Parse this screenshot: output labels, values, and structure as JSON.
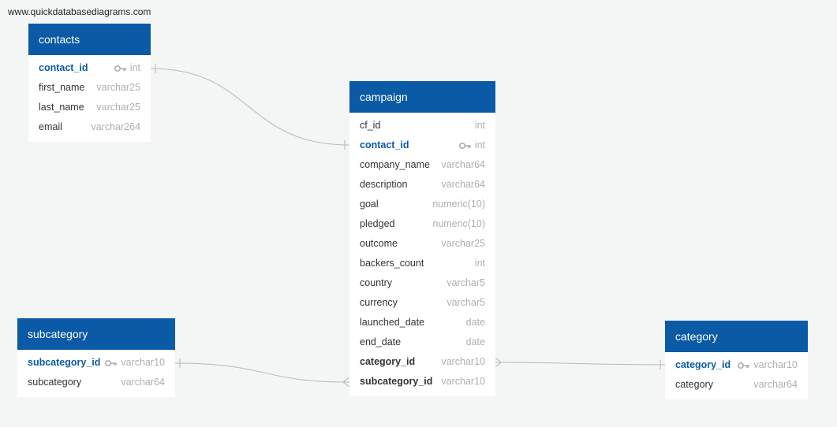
{
  "watermark": "www.quickdatabasediagrams.com",
  "tables": {
    "contacts": {
      "title": "contacts",
      "columns": [
        {
          "name": "contact_id",
          "type": "int",
          "pk": true
        },
        {
          "name": "first_name",
          "type": "varchar25"
        },
        {
          "name": "last_name",
          "type": "varchar25"
        },
        {
          "name": "email",
          "type": "varchar264"
        }
      ]
    },
    "campaign": {
      "title": "campaign",
      "columns": [
        {
          "name": "cf_id",
          "type": "int"
        },
        {
          "name": "contact_id",
          "type": "int",
          "pk": true
        },
        {
          "name": "company_name",
          "type": "varchar64"
        },
        {
          "name": "description",
          "type": "varchar64"
        },
        {
          "name": "goal",
          "type": "numeric(10)"
        },
        {
          "name": "pledged",
          "type": "numeric(10)"
        },
        {
          "name": "outcome",
          "type": "varchar25"
        },
        {
          "name": "backers_count",
          "type": "int"
        },
        {
          "name": "country",
          "type": "varchar5"
        },
        {
          "name": "currency",
          "type": "varchar5"
        },
        {
          "name": "launched_date",
          "type": "date"
        },
        {
          "name": "end_date",
          "type": "date"
        },
        {
          "name": "category_id",
          "type": "varchar10",
          "fk": true
        },
        {
          "name": "subcategory_id",
          "type": "varchar10",
          "fk": true
        }
      ]
    },
    "subcategory": {
      "title": "subcategory",
      "columns": [
        {
          "name": "subcategory_id",
          "type": "varchar10",
          "pk": true
        },
        {
          "name": "subcategory",
          "type": "varchar64"
        }
      ]
    },
    "category": {
      "title": "category",
      "columns": [
        {
          "name": "category_id",
          "type": "varchar10",
          "pk": true
        },
        {
          "name": "category",
          "type": "varchar64"
        }
      ]
    }
  },
  "colors": {
    "header": "#0a5aa5",
    "primary_key_text": "#0a5aa5",
    "type_text": "#aab0b5",
    "background": "#f4f5f5",
    "link_line": "#b5b8ba"
  }
}
